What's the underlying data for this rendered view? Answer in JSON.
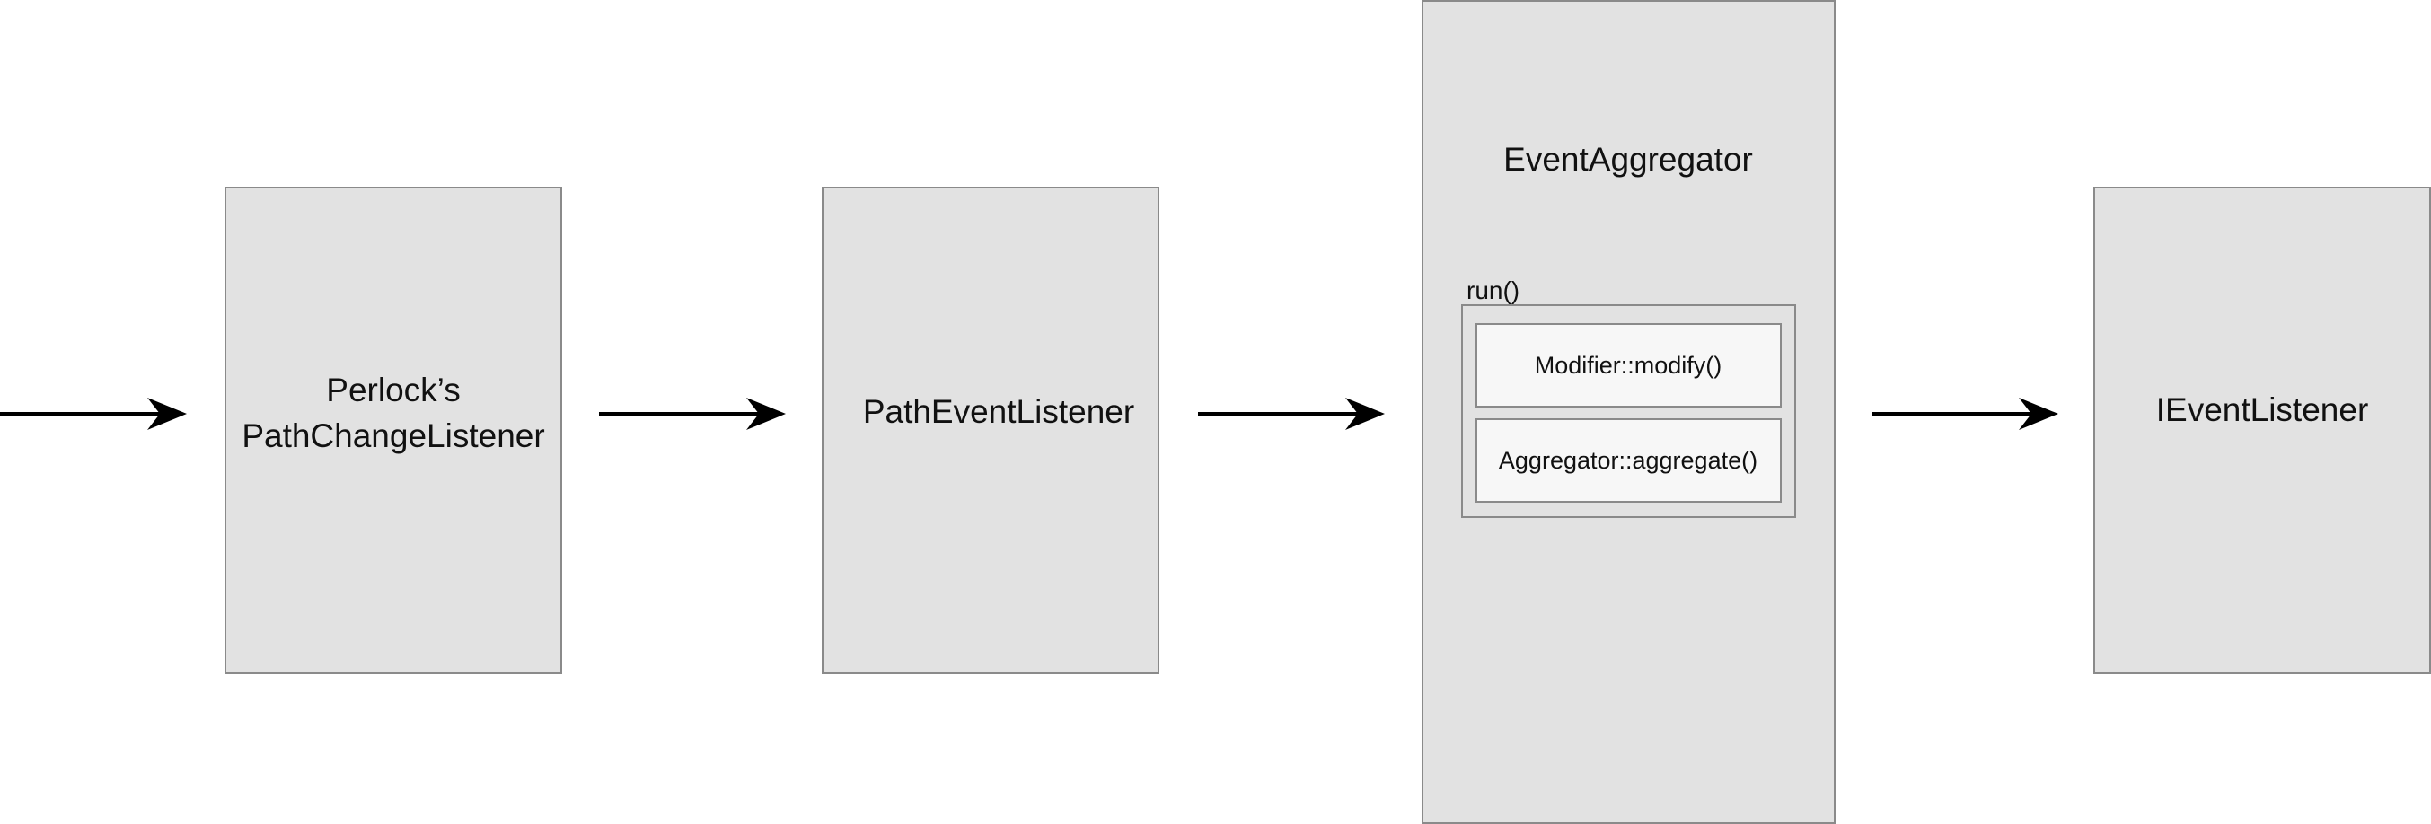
{
  "nodes": {
    "perlock": {
      "line1": "Perlock’s",
      "line2": "PathChangeListener"
    },
    "path_event_listener": {
      "label": "PathEventListener"
    },
    "event_aggregator": {
      "label": "EventAggregator",
      "run_label": "run()",
      "methods": [
        "Modifier::modify()",
        "Aggregator::aggregate()"
      ]
    },
    "i_event_listener": {
      "label": "IEventListener"
    }
  },
  "colors": {
    "box_fill": "#e2e2e2",
    "box_stroke": "#8a8a8a",
    "method_fill": "#f7f7f7",
    "arrow": "#000000"
  }
}
